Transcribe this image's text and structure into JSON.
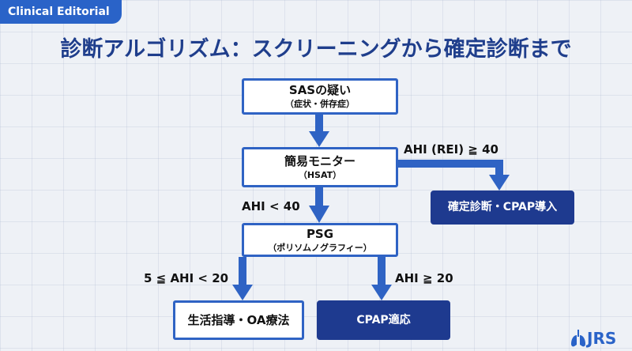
{
  "badge": "Clinical Editorial",
  "title": "診断アルゴリズム：スクリーニングから確定診断まで",
  "nodes": {
    "suspicion": {
      "main": "SASの疑い",
      "sub": "（症状・併存症）"
    },
    "hsat": {
      "main": "簡易モニター",
      "sub": "（HSAT）"
    },
    "confirm_cpap": {
      "main": "確定診断・CPAP導入"
    },
    "psg": {
      "main": "PSG",
      "sub": "（ポリソムノグラフィー）"
    },
    "lifestyle": {
      "main": "生活指導・OA療法"
    },
    "cpap": {
      "main": "CPAP適応"
    }
  },
  "edges": {
    "hsat_to_confirm": "AHI (REI) ≧ 40",
    "hsat_to_psg": "AHI < 40",
    "psg_to_lifestyle": "5 ≦ AHI < 20",
    "psg_to_cpap": "AHI ≧ 20"
  },
  "logo": "JRS",
  "colors": {
    "accent": "#2f63c4",
    "dark_box": "#1e3a8f",
    "title": "#1f3e8c",
    "background": "#eef1f6"
  }
}
